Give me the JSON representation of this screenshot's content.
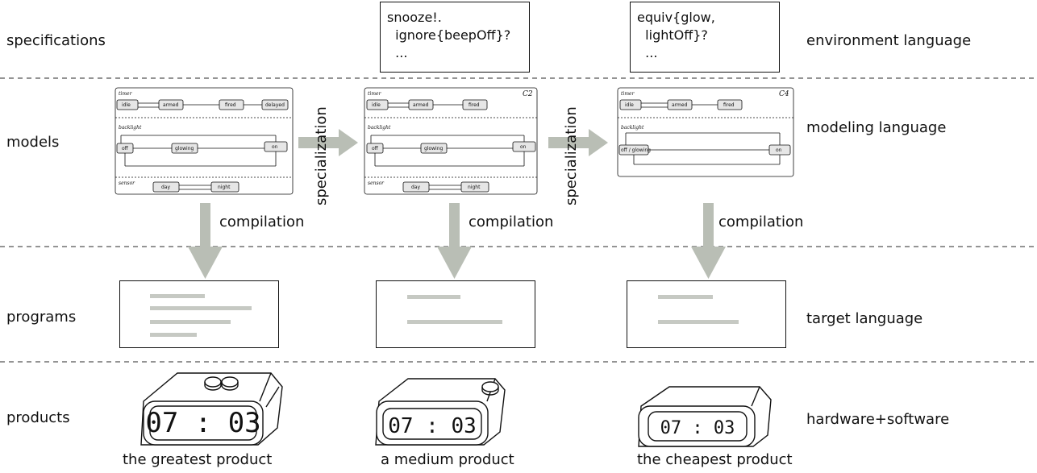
{
  "rows": {
    "specifications": "specifications",
    "models": "models",
    "programs": "programs",
    "products": "products"
  },
  "right_labels": {
    "environment": "environment language",
    "modeling": "modeling language",
    "target": "target language",
    "hardware": "hardware+software"
  },
  "specs": {
    "spec1": "snooze!.\n  ignore{beepOff}?\n  ...",
    "spec2": "equiv{glow,\n  lightOff}?\n  ..."
  },
  "arrows": {
    "specialization": "specialization",
    "compilation": "compilation"
  },
  "models": {
    "timer": "timer",
    "backlight": "backlight",
    "sensor": "sensor",
    "states": {
      "idle": "idle",
      "armed": "armed",
      "fired": "fired",
      "delayed": "delayed",
      "off": "off",
      "glowing": "glowing",
      "on": "on",
      "day": "day",
      "night": "night",
      "off_glowing": "off / glowing"
    },
    "c2": "C2",
    "c4": "C4"
  },
  "products": {
    "time": "07 : 03",
    "p1": "the greatest product",
    "p2": "a medium product",
    "p3": "the cheapest product"
  },
  "colors": {
    "arrow_gray": "#b9beb5",
    "program_line": "#c6c9c3",
    "divider": "#555555"
  }
}
